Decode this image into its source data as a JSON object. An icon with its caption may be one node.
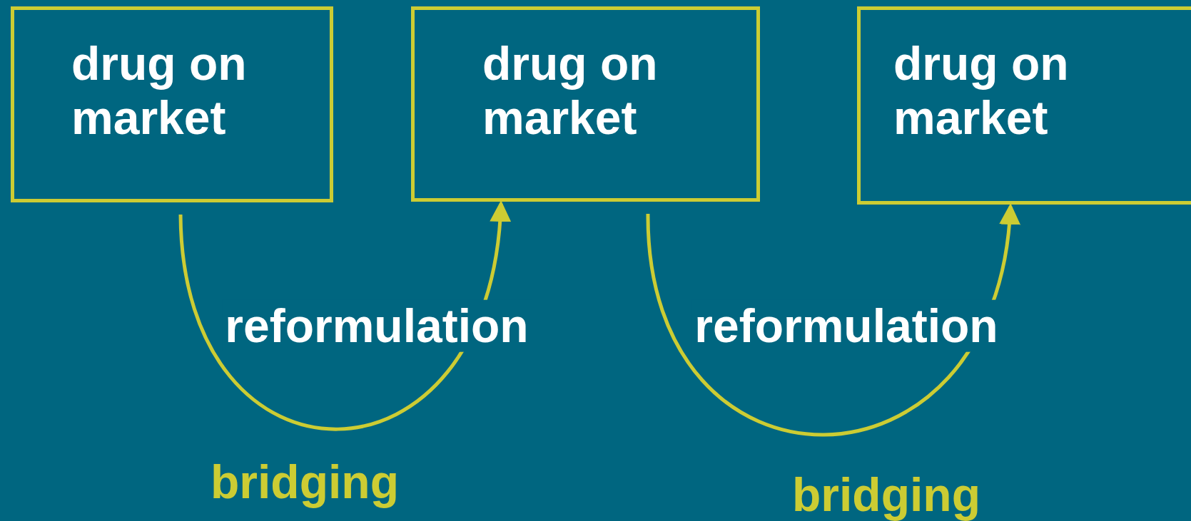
{
  "diagram": {
    "nodes": [
      {
        "text": [
          "drug on market"
        ]
      },
      {
        "text": [
          "drug on market"
        ]
      },
      {
        "text": [
          "drug on market"
        ]
      }
    ],
    "edges": [
      {
        "from": 0,
        "to": 1,
        "arrow": "to",
        "label": "reformulation"
      },
      {
        "from": 1,
        "to": 2,
        "arrow": "to",
        "label": "reformulation"
      }
    ],
    "labels": [
      "bridging",
      "bridging"
    ]
  }
}
